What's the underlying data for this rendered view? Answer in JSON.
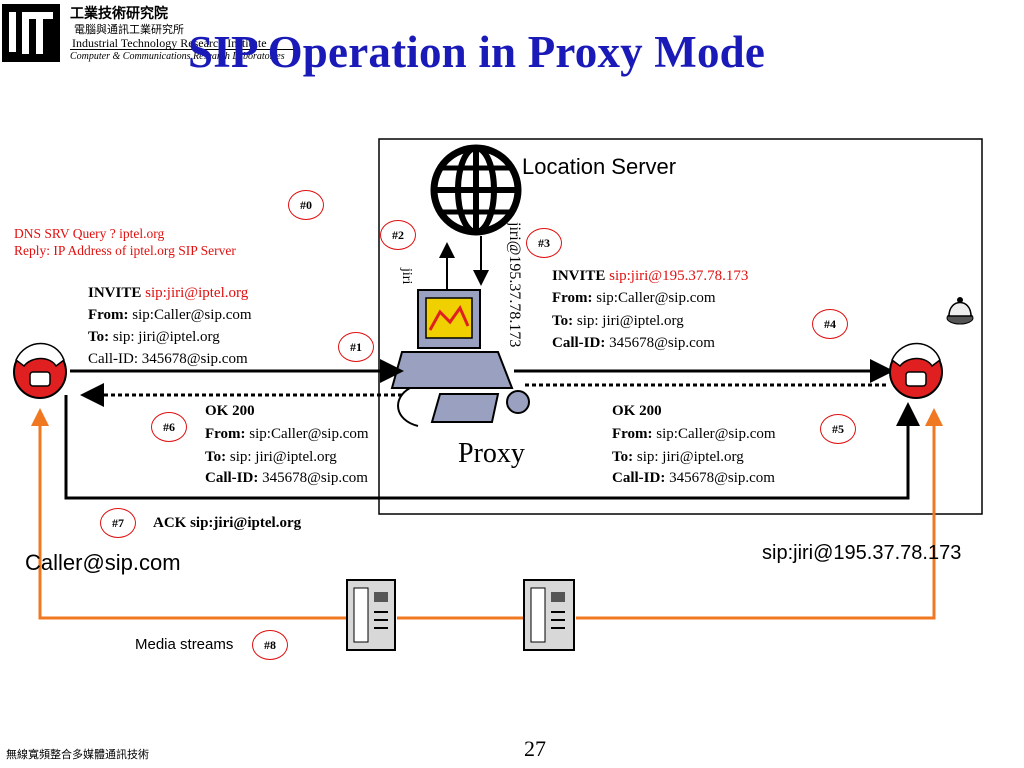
{
  "title": "SIP Operation in Proxy Mode",
  "org": {
    "name_cn": "工業技術研究院",
    "sub_cn": "電腦與通訊工業研究所",
    "name_en": "Industrial Technology Research Institute",
    "lab_en": "Computer & Communications Research Laboratories"
  },
  "location_server": {
    "label": "Location Server",
    "uri_vertical": "jiri@195.37.78.173",
    "jiri_vertical": "jiri"
  },
  "proxy": {
    "label": "Proxy"
  },
  "dns": {
    "query": "DNS SRV Query ? iptel.org",
    "reply": "Reply: IP Address of iptel.org SIP Server"
  },
  "invite1": {
    "method": "INVITE",
    "uri": "sip:jiri@iptel.org",
    "from_label": "From:",
    "from_value": "sip:Caller@sip.com",
    "to_label": "To:",
    "to_value": "sip: jiri@iptel.org",
    "callid": "Call-ID: 345678@sip.com"
  },
  "invite2": {
    "method": "INVITE",
    "uri": "sip:jiri@195.37.78.173",
    "from_label": "From:",
    "from_value": "sip:Caller@sip.com",
    "to_label": "To:",
    "to_value": "sip: jiri@iptel.org",
    "callid_label": "Call-ID:",
    "callid_value": "345678@sip.com"
  },
  "ok_left": {
    "status": "OK 200",
    "from_label": "From:",
    "from_value": "sip:Caller@sip.com",
    "to_label": "To:",
    "to_value": "sip: jiri@iptel.org",
    "callid_label": "Call-ID:",
    "callid_value": "345678@sip.com"
  },
  "ok_right": {
    "status": "OK 200",
    "from_label": "From:",
    "from_value": "sip:Caller@sip.com",
    "to_label": "To:",
    "to_value": "sip: jiri@iptel.org",
    "callid_label": "Call-ID:",
    "callid_value": "345678@sip.com"
  },
  "ack": "ACK sip:jiri@iptel.org",
  "caller": "Caller@sip.com",
  "callee": "sip:jiri@195.37.78.173",
  "media": "Media streams",
  "steps": [
    "#0",
    "#1",
    "#2",
    "#3",
    "#4",
    "#5",
    "#6",
    "#7",
    "#8"
  ],
  "footer": {
    "left": "無線寬頻整合多媒體通訊技術",
    "page": "27"
  },
  "colors": {
    "title": "#1a1ab8",
    "step_circle": "#e01010",
    "media_line": "#f07820",
    "phone": "#e02020"
  },
  "icons": [
    "globe-icon",
    "computer-icon",
    "phone-icon",
    "server-icon",
    "bell-icon",
    "logo-icon"
  ]
}
